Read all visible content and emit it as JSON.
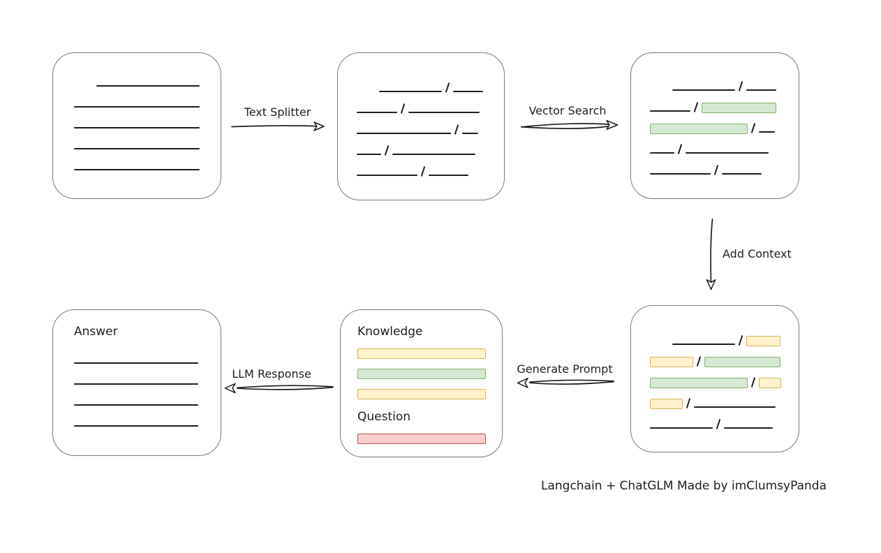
{
  "footer": "Langchain + ChatGLM Made by imClumsyPanda",
  "colors": {
    "ink": "#1e1e1e",
    "box_border": "#7a7a7a",
    "green_fill": "#d5e8d4",
    "green_border": "#82b366",
    "yellow_fill": "#fff2cc",
    "yellow_border": "#d6b656",
    "red_fill": "#f8cecc",
    "red_border": "#b85450"
  },
  "arrows": {
    "text_splitter": {
      "label": "Text Splitter"
    },
    "vector_search": {
      "label": "Vector Search"
    },
    "add_context": {
      "label": "Add Context"
    },
    "generate_prompt": {
      "label": "Generate Prompt"
    },
    "llm_response": {
      "label": "LLM Response"
    }
  },
  "boxes": {
    "document": {
      "rows": [
        [
          {
            "t": "line",
            "w": 148,
            "ind": 32
          }
        ],
        [
          {
            "t": "line",
            "w": 180
          }
        ],
        [
          {
            "t": "line",
            "w": 180
          }
        ],
        [
          {
            "t": "line",
            "w": 180
          }
        ],
        [
          {
            "t": "line",
            "w": 180
          }
        ]
      ]
    },
    "split_text": {
      "rows": [
        [
          {
            "t": "line",
            "w": 90,
            "ind": 32
          },
          {
            "t": "slash"
          },
          {
            "t": "line",
            "w": 43
          }
        ],
        [
          {
            "t": "line",
            "w": 58
          },
          {
            "t": "slash"
          },
          {
            "t": "line",
            "w": 102
          }
        ],
        [
          {
            "t": "line",
            "w": 135
          },
          {
            "t": "slash"
          },
          {
            "t": "line",
            "w": 23
          }
        ],
        [
          {
            "t": "line",
            "w": 35
          },
          {
            "t": "slash"
          },
          {
            "t": "line",
            "w": 119
          }
        ],
        [
          {
            "t": "line",
            "w": 87
          },
          {
            "t": "slash"
          },
          {
            "t": "line",
            "w": 57
          }
        ]
      ]
    },
    "vector_matched": {
      "rows": [
        [
          {
            "t": "line",
            "w": 90,
            "ind": 32
          },
          {
            "t": "slash"
          },
          {
            "t": "line",
            "w": 43
          }
        ],
        [
          {
            "t": "line",
            "w": 58
          },
          {
            "t": "slash"
          },
          {
            "t": "bar",
            "c": "green",
            "w": 105
          }
        ],
        [
          {
            "t": "bar",
            "c": "green",
            "w": 138
          },
          {
            "t": "slash"
          },
          {
            "t": "line",
            "w": 23
          }
        ],
        [
          {
            "t": "line",
            "w": 35
          },
          {
            "t": "slash"
          },
          {
            "t": "line",
            "w": 119
          }
        ],
        [
          {
            "t": "line",
            "w": 87
          },
          {
            "t": "slash"
          },
          {
            "t": "line",
            "w": 57
          }
        ]
      ]
    },
    "context": {
      "rows": [
        [
          {
            "t": "line",
            "w": 90,
            "ind": 32
          },
          {
            "t": "slash"
          },
          {
            "t": "bar",
            "c": "yellow",
            "w": 47
          }
        ],
        [
          {
            "t": "bar",
            "c": "yellow",
            "w": 60
          },
          {
            "t": "slash"
          },
          {
            "t": "bar",
            "c": "green",
            "w": 107
          }
        ],
        [
          {
            "t": "bar",
            "c": "green",
            "w": 138
          },
          {
            "t": "slash"
          },
          {
            "t": "bar",
            "c": "yellow",
            "w": 30
          }
        ],
        [
          {
            "t": "bar",
            "c": "yellow",
            "w": 45
          },
          {
            "t": "slash"
          },
          {
            "t": "line",
            "w": 117
          }
        ],
        [
          {
            "t": "line",
            "w": 90
          },
          {
            "t": "slash"
          },
          {
            "t": "line",
            "w": 70
          }
        ]
      ]
    },
    "prompt": {
      "knowledge_label": "Knowledge",
      "question_label": "Question",
      "knowledge_rows": [
        [
          {
            "t": "bar",
            "c": "yellow",
            "w": 182
          }
        ],
        [
          {
            "t": "bar",
            "c": "green",
            "w": 182
          }
        ],
        [
          {
            "t": "bar",
            "c": "yellow",
            "w": 182
          }
        ]
      ],
      "question_rows": [
        [
          {
            "t": "bar",
            "c": "red",
            "w": 182
          }
        ]
      ]
    },
    "answer": {
      "label": "Answer",
      "rows": [
        [
          {
            "t": "line",
            "w": 178
          }
        ],
        [
          {
            "t": "line",
            "w": 178
          }
        ],
        [
          {
            "t": "line",
            "w": 178
          }
        ],
        [
          {
            "t": "line",
            "w": 178
          }
        ]
      ]
    }
  }
}
